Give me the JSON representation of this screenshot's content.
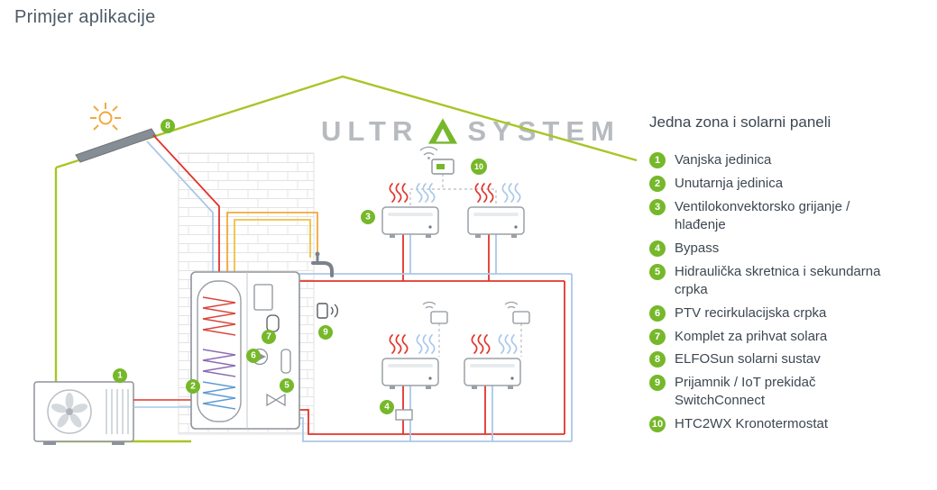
{
  "page": {
    "title": "Primjer aplikacije"
  },
  "watermark": {
    "left": "ULTR",
    "right": "SYSTEM"
  },
  "legend": {
    "heading": "Jedna zona i solarni paneli",
    "items": [
      {
        "num": "1",
        "label": "Vanjska jedinica"
      },
      {
        "num": "2",
        "label": "Unutarnja jedinica"
      },
      {
        "num": "3",
        "label": "Ventilokonvektorsko grijanje / hlađenje"
      },
      {
        "num": "4",
        "label": "Bypass"
      },
      {
        "num": "5",
        "label": "Hidraulička skretnica i sekundarna crpka"
      },
      {
        "num": "6",
        "label": "PTV recirkulacijska crpka"
      },
      {
        "num": "7",
        "label": "Komplet za prihvat solara"
      },
      {
        "num": "8",
        "label": "ELFOSun solarni sustav"
      },
      {
        "num": "9",
        "label": "Prijamnik / IoT prekidač SwitchConnect"
      },
      {
        "num": "10",
        "label": "HTC2WX Kronotermostat"
      }
    ]
  },
  "diagram": {
    "markers": [
      "1",
      "2",
      "3",
      "4",
      "5",
      "6",
      "7",
      "8",
      "9",
      "10"
    ]
  },
  "colors": {
    "marker_green": "#76b82a",
    "house_green": "#a8c526",
    "pipe_red": "#e2342b",
    "pipe_blue": "#a9c8e8",
    "pipe_orange": "#f2a93b",
    "text_dark": "#3d4752",
    "watermark_gray": "#b7bbbf"
  }
}
